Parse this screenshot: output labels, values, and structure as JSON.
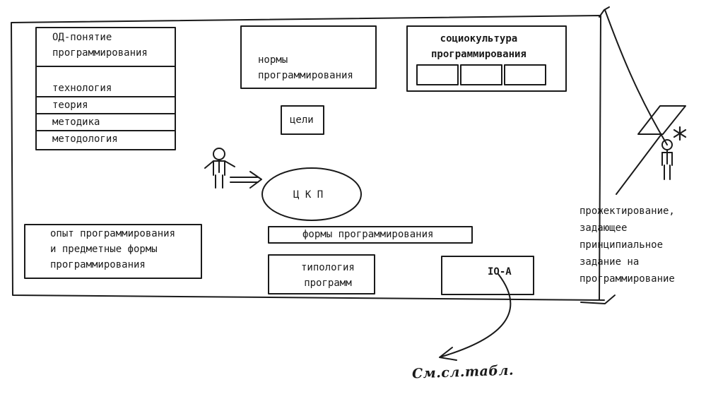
{
  "od_concept": "ОД-понятие\nпрограммирования",
  "stack_items": [
    "технология",
    "теория",
    "методика",
    "методология"
  ],
  "norms": "нормы\nпрограммирования",
  "socioculture": "социокультура\nпрограммирования",
  "goals": "цели",
  "ckp": "Ц К П",
  "experience": "опыт программирования\nи предметные формы\nпрограммирования",
  "forms": "формы программирования",
  "typology": "типология\nпрограмм",
  "io_a": "IO-A",
  "projecting": "прожектирование,\nзадающее\nпринципиальное\nзадание на\nпрограммирование",
  "see_reference": "См.сл.табл."
}
